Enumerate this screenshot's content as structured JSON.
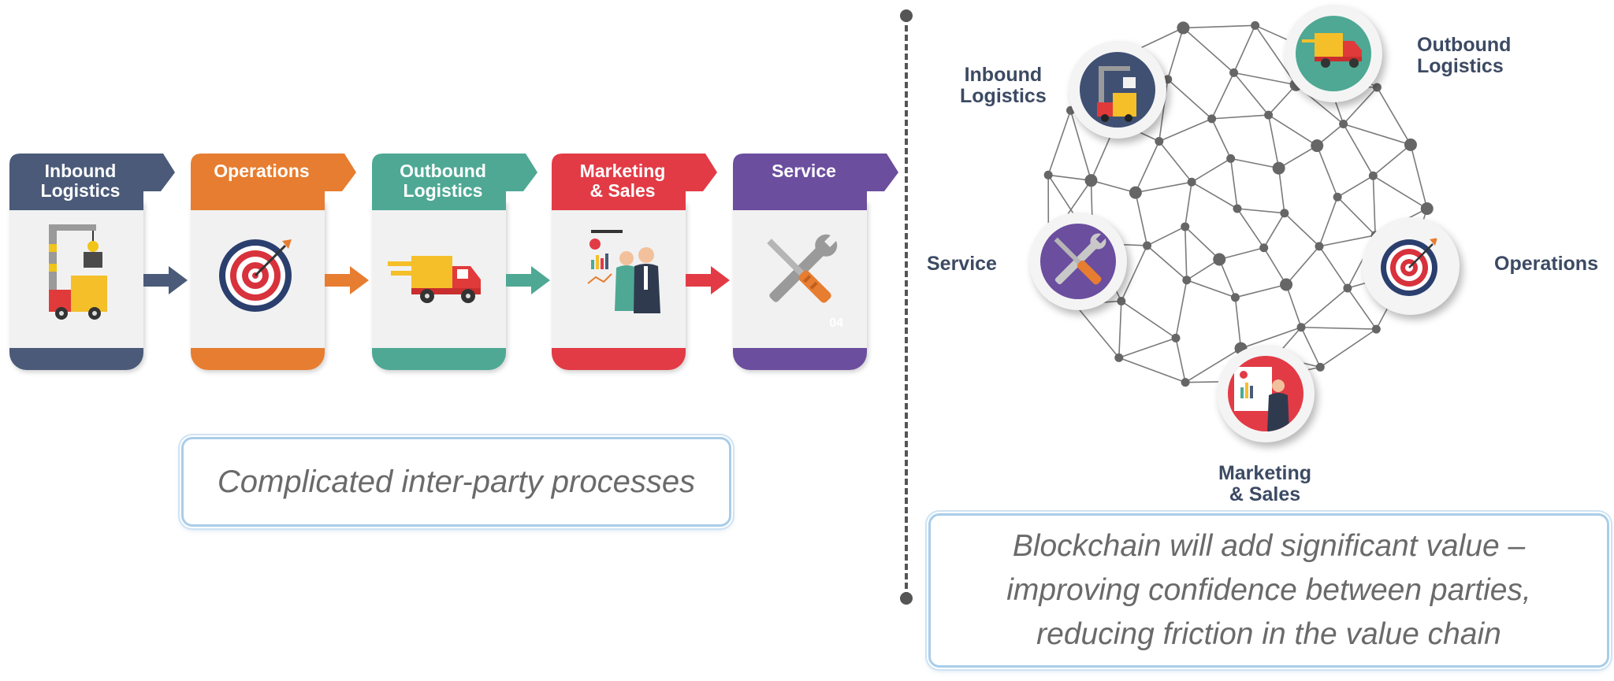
{
  "process_steps": [
    {
      "title": "Inbound\nLogistics",
      "color": "#4a5a78",
      "icon": "forklift-truck-icon"
    },
    {
      "title": "Operations",
      "color": "#e77d30",
      "icon": "target-icon"
    },
    {
      "title": "Outbound\nLogistics",
      "color": "#4ea894",
      "icon": "delivery-truck-icon"
    },
    {
      "title": "Marketing\n& Sales",
      "color": "#e23b46",
      "icon": "presentation-icon"
    },
    {
      "title": "Service",
      "color": "#6b4e9e",
      "icon": "tools-icon",
      "page_mark": "04"
    }
  ],
  "left_caption": "Complicated inter-party processes",
  "network": {
    "nodes": [
      {
        "label": "Inbound\nLogistics",
        "icon": "forklift-truck-icon"
      },
      {
        "label": "Outbound\nLogistics",
        "icon": "delivery-truck-icon"
      },
      {
        "label": "Operations",
        "icon": "target-icon"
      },
      {
        "label": "Marketing\n& Sales",
        "icon": "presentation-icon"
      },
      {
        "label": "Service",
        "icon": "tools-icon"
      }
    ]
  },
  "right_caption": {
    "line1": "Blockchain will add significant value –",
    "line2": "improving confidence between parties,",
    "line3": "reducing friction in the value chain"
  }
}
